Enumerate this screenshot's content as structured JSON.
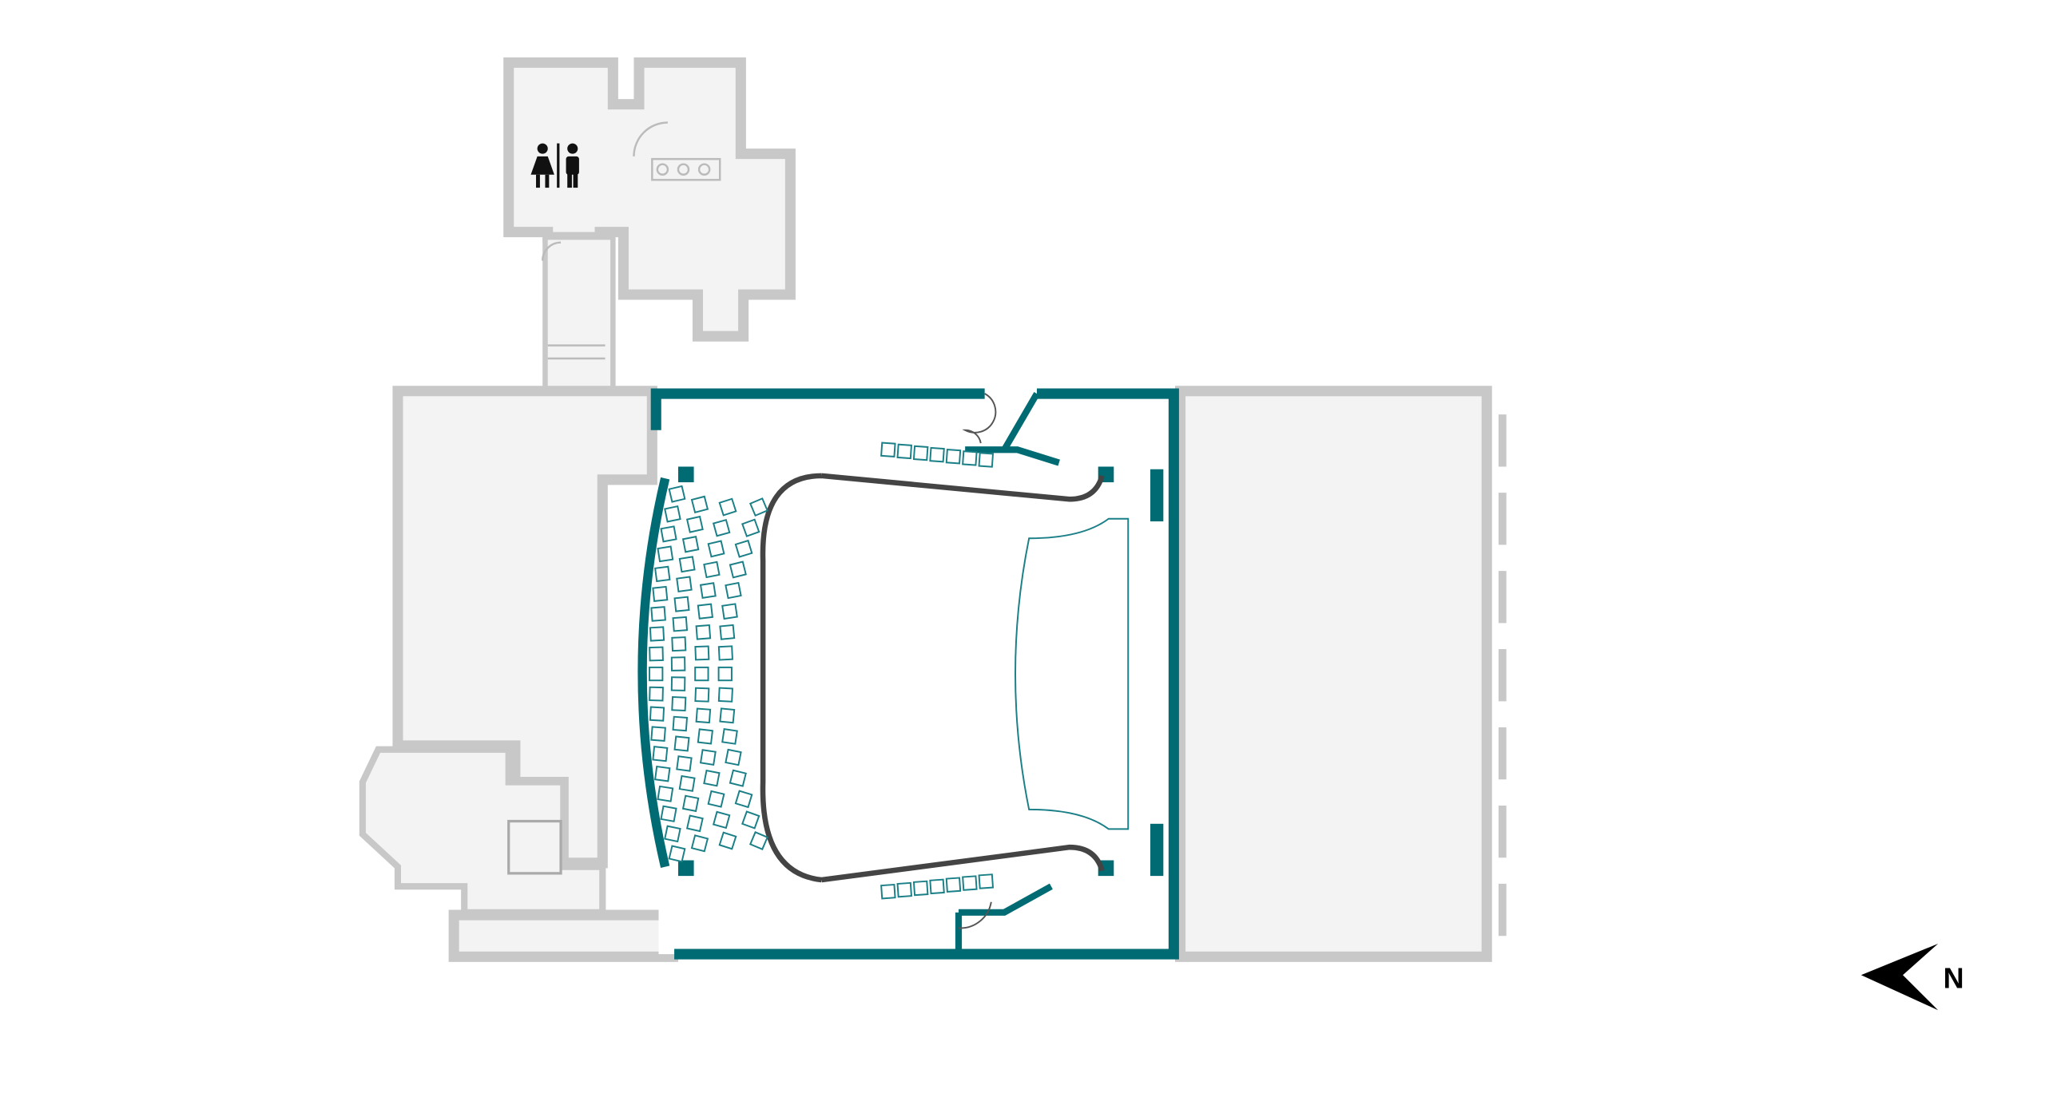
{
  "plan": {
    "north_label": "N",
    "icons": [
      "restroom-icon",
      "north-arrow-icon"
    ],
    "colors": {
      "venue_wall": "#006b73",
      "seat": "#1a7f87",
      "other_wall": "#c8c8c8",
      "other_floor": "#f3f3f3",
      "stage_outline": "#444444"
    },
    "seat_rows": [
      {
        "count": 19
      },
      {
        "count": 18
      },
      {
        "count": 17
      },
      {
        "count": 17
      }
    ],
    "box_seats_per_side": 7
  }
}
